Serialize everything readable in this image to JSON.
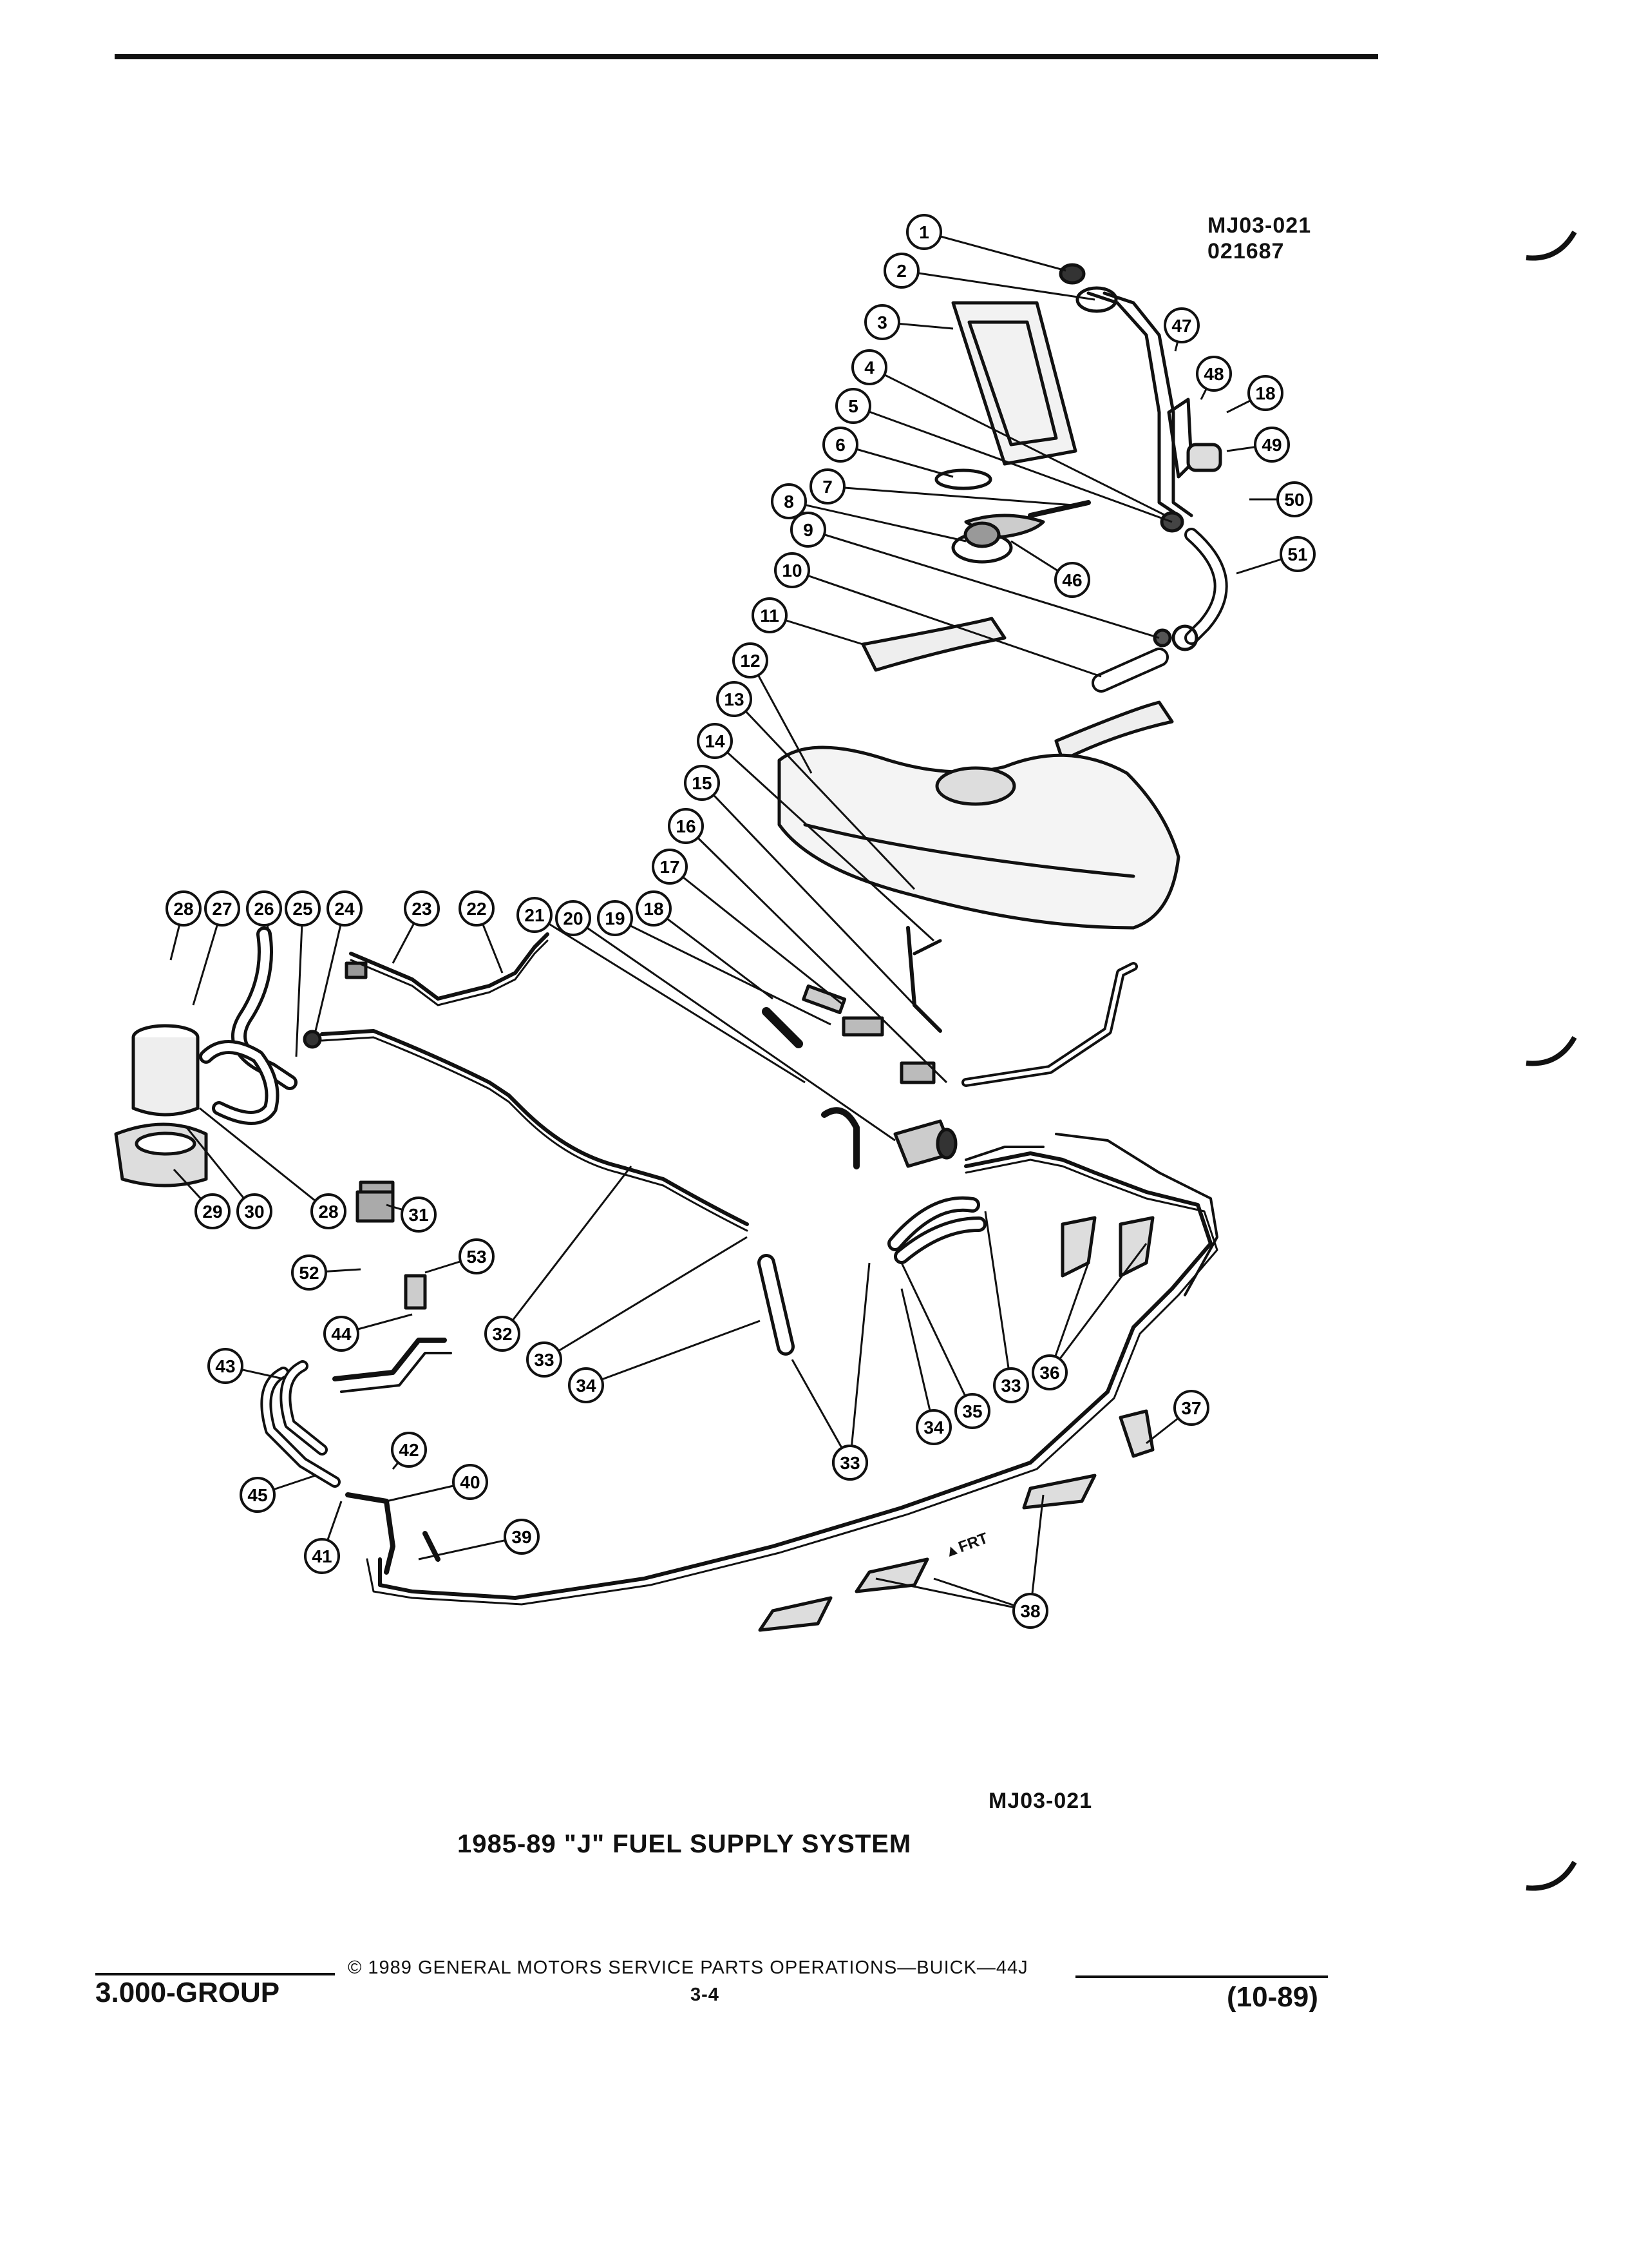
{
  "figure": {
    "code_top": "MJ03-021",
    "date_code": "021687",
    "code_bottom": "MJ03-021",
    "title": "1985-89 \"J\" FUEL SUPPLY SYSTEM",
    "front_marker": "FRT",
    "callouts": [
      "1",
      "2",
      "3",
      "4",
      "5",
      "6",
      "7",
      "8",
      "9",
      "10",
      "11",
      "12",
      "13",
      "14",
      "15",
      "16",
      "17",
      "18",
      "19",
      "20",
      "21",
      "22",
      "23",
      "24",
      "25",
      "26",
      "27",
      "28",
      "29",
      "30",
      "31",
      "32",
      "33",
      "34",
      "35",
      "36",
      "37",
      "38",
      "39",
      "40",
      "41",
      "42",
      "43",
      "44",
      "45",
      "46",
      "47",
      "48",
      "49",
      "50",
      "51",
      "52",
      "53"
    ]
  },
  "footer": {
    "copyright": "© 1989  GENERAL MOTORS SERVICE PARTS OPERATIONS—BUICK—44J",
    "group": "3.000-GROUP",
    "page": "3-4",
    "revision": "(10-89)"
  }
}
